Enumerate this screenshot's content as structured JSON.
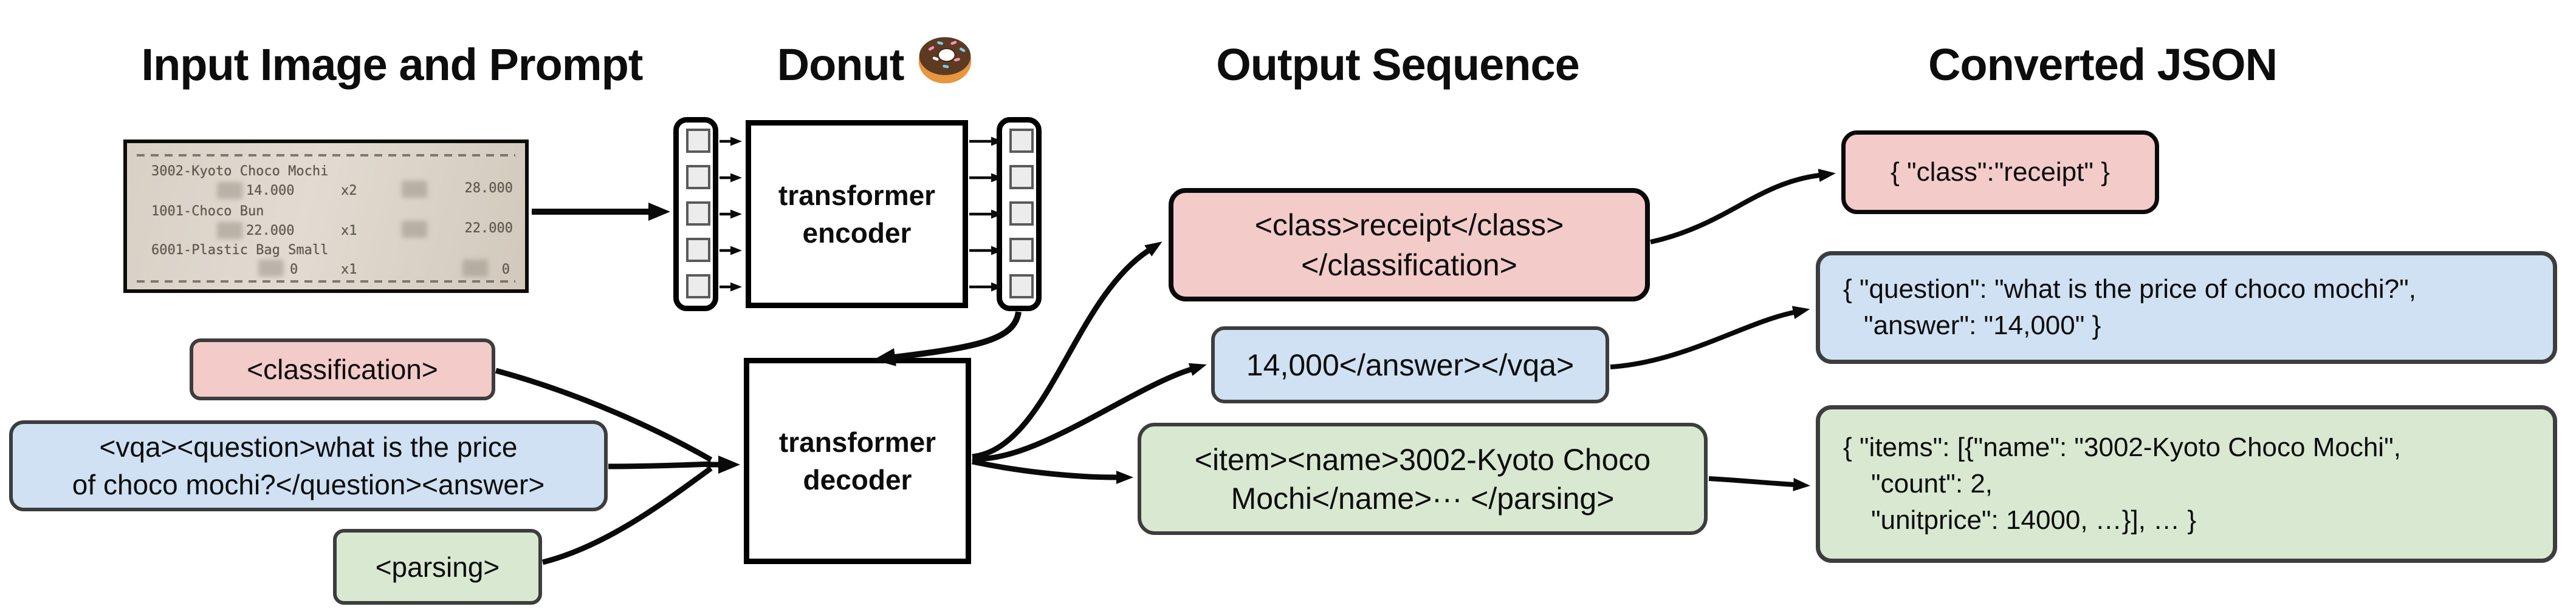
{
  "headers": {
    "input": "Input Image and Prompt",
    "model": "Donut",
    "output": "Output Sequence",
    "json": "Converted JSON"
  },
  "receipt": {
    "items": [
      {
        "name": "3002-Kyoto Choco Mochi",
        "price": "14.000",
        "qty": "x2",
        "total": "28.000"
      },
      {
        "name": "1001-Choco Bun",
        "price": "22.000",
        "qty": "x1",
        "total": "22.000"
      },
      {
        "name": "6001-Plastic Bag Small",
        "price": "0",
        "qty": "x1",
        "total": "0"
      }
    ]
  },
  "encoder": {
    "line1": "transformer",
    "line2": "encoder"
  },
  "decoder": {
    "line1": "transformer",
    "line2": "decoder"
  },
  "prompts": {
    "classification": {
      "text": "<classification>"
    },
    "vqa": {
      "line1": "<vqa><question>what is the price",
      "line2": "of choco mochi?</question><answer>"
    },
    "parsing": {
      "text": "<parsing>"
    }
  },
  "outputs": {
    "classification": {
      "line1": "<class>receipt</class>",
      "line2": "</classification>"
    },
    "vqa": {
      "line1": "14,000</answer></vqa>"
    },
    "parsing": {
      "line1": "<item><name>3002-Kyoto Choco",
      "line2": "Mochi</name>··· </parsing>"
    }
  },
  "json_outputs": {
    "classification": {
      "line1": "{ \"class\":\"receipt\" }"
    },
    "vqa": {
      "line1": "{ \"question\": \"what is the price of choco mochi?\",",
      "line2": "\"answer\": \"14,000\" }"
    },
    "parsing": {
      "line1": "{ \"items\": [{\"name\": \"3002-Kyoto Choco Mochi\",",
      "line2": "\"count\": 2,",
      "line3": "\"unitprice\": 14000, …}], … }"
    }
  },
  "colors": {
    "pink": "#f3cbc9",
    "blue": "#cfe1f2",
    "green": "#d8e8d1"
  }
}
